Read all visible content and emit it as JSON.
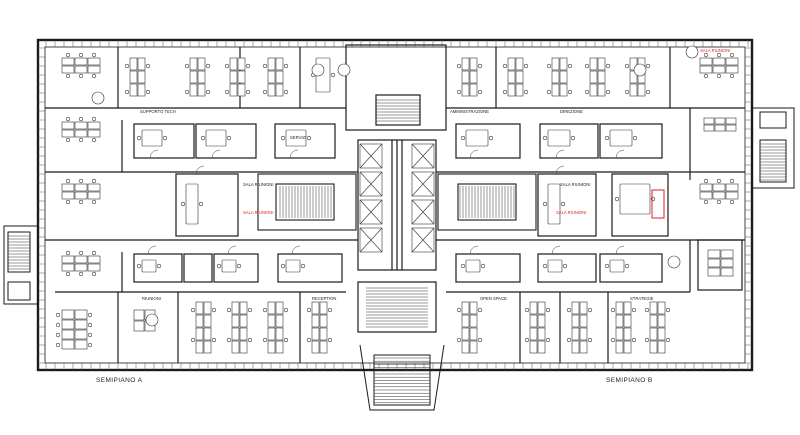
{
  "plan": {
    "captions": {
      "left": "SEMIPIANO A",
      "right": "SEMIPIANO B"
    },
    "room_labels": [
      "SUPPORTO TECH",
      "AMMINISTRAZIONE",
      "DIREZIONE",
      "SERVIZI",
      "RIUNIONI",
      "OPEN SPACE",
      "STRATEGIE",
      "RECEPTION",
      "SALA RIUNIONI",
      "SALA RIUNIONI"
    ],
    "red_labels": [
      "SALA RIUNIONI",
      "SALA RIUNIONI",
      "SALA RIUNIONI"
    ],
    "colors": {
      "wall": "#1a1a1a",
      "line": "#333333",
      "red": "#dd2222",
      "background": "#ffffff"
    }
  }
}
